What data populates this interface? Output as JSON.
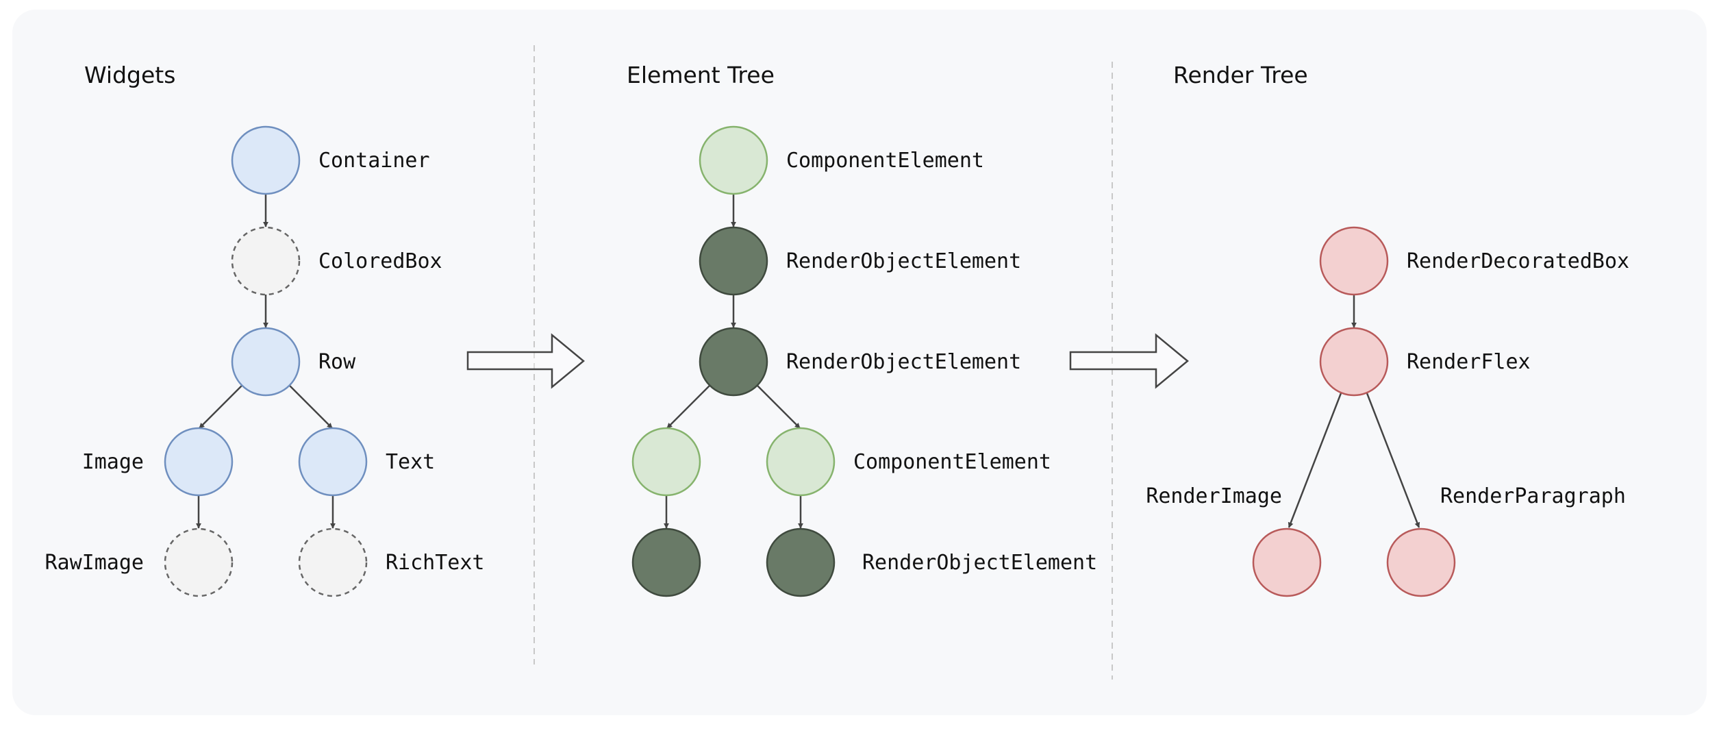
{
  "panels": [
    {
      "id": "widgets",
      "title": "Widgets"
    },
    {
      "id": "elements",
      "title": "Element Tree"
    },
    {
      "id": "render",
      "title": "Render Tree"
    }
  ],
  "widget_tree": {
    "container": "Container",
    "colored_box": "ColoredBox",
    "row": "Row",
    "image": "Image",
    "text": "Text",
    "raw_image": "RawImage",
    "rich_text": "RichText"
  },
  "element_tree": {
    "root": "ComponentElement",
    "render_object_1": "RenderObjectElement",
    "render_object_2": "RenderObjectElement",
    "component_children": "ComponentElement",
    "render_object_leaves": "RenderObjectElement"
  },
  "render_tree": {
    "decorated_box": "RenderDecoratedBox",
    "flex": "RenderFlex",
    "image": "RenderImage",
    "paragraph": "RenderParagraph"
  },
  "colors": {
    "background": "#f7f8fa",
    "widget_fill": "#dce8f8",
    "widget_stroke": "#6f8fbf",
    "placeholder_fill": "#f3f3f3",
    "placeholder_stroke": "#666666",
    "element_component_fill": "#d9e8d4",
    "element_component_stroke": "#86b36d",
    "element_render_fill": "#697a67",
    "element_render_stroke": "#3f4a3e",
    "render_fill": "#f3d0d0",
    "render_stroke": "#b85a5a",
    "edge": "#444444"
  }
}
